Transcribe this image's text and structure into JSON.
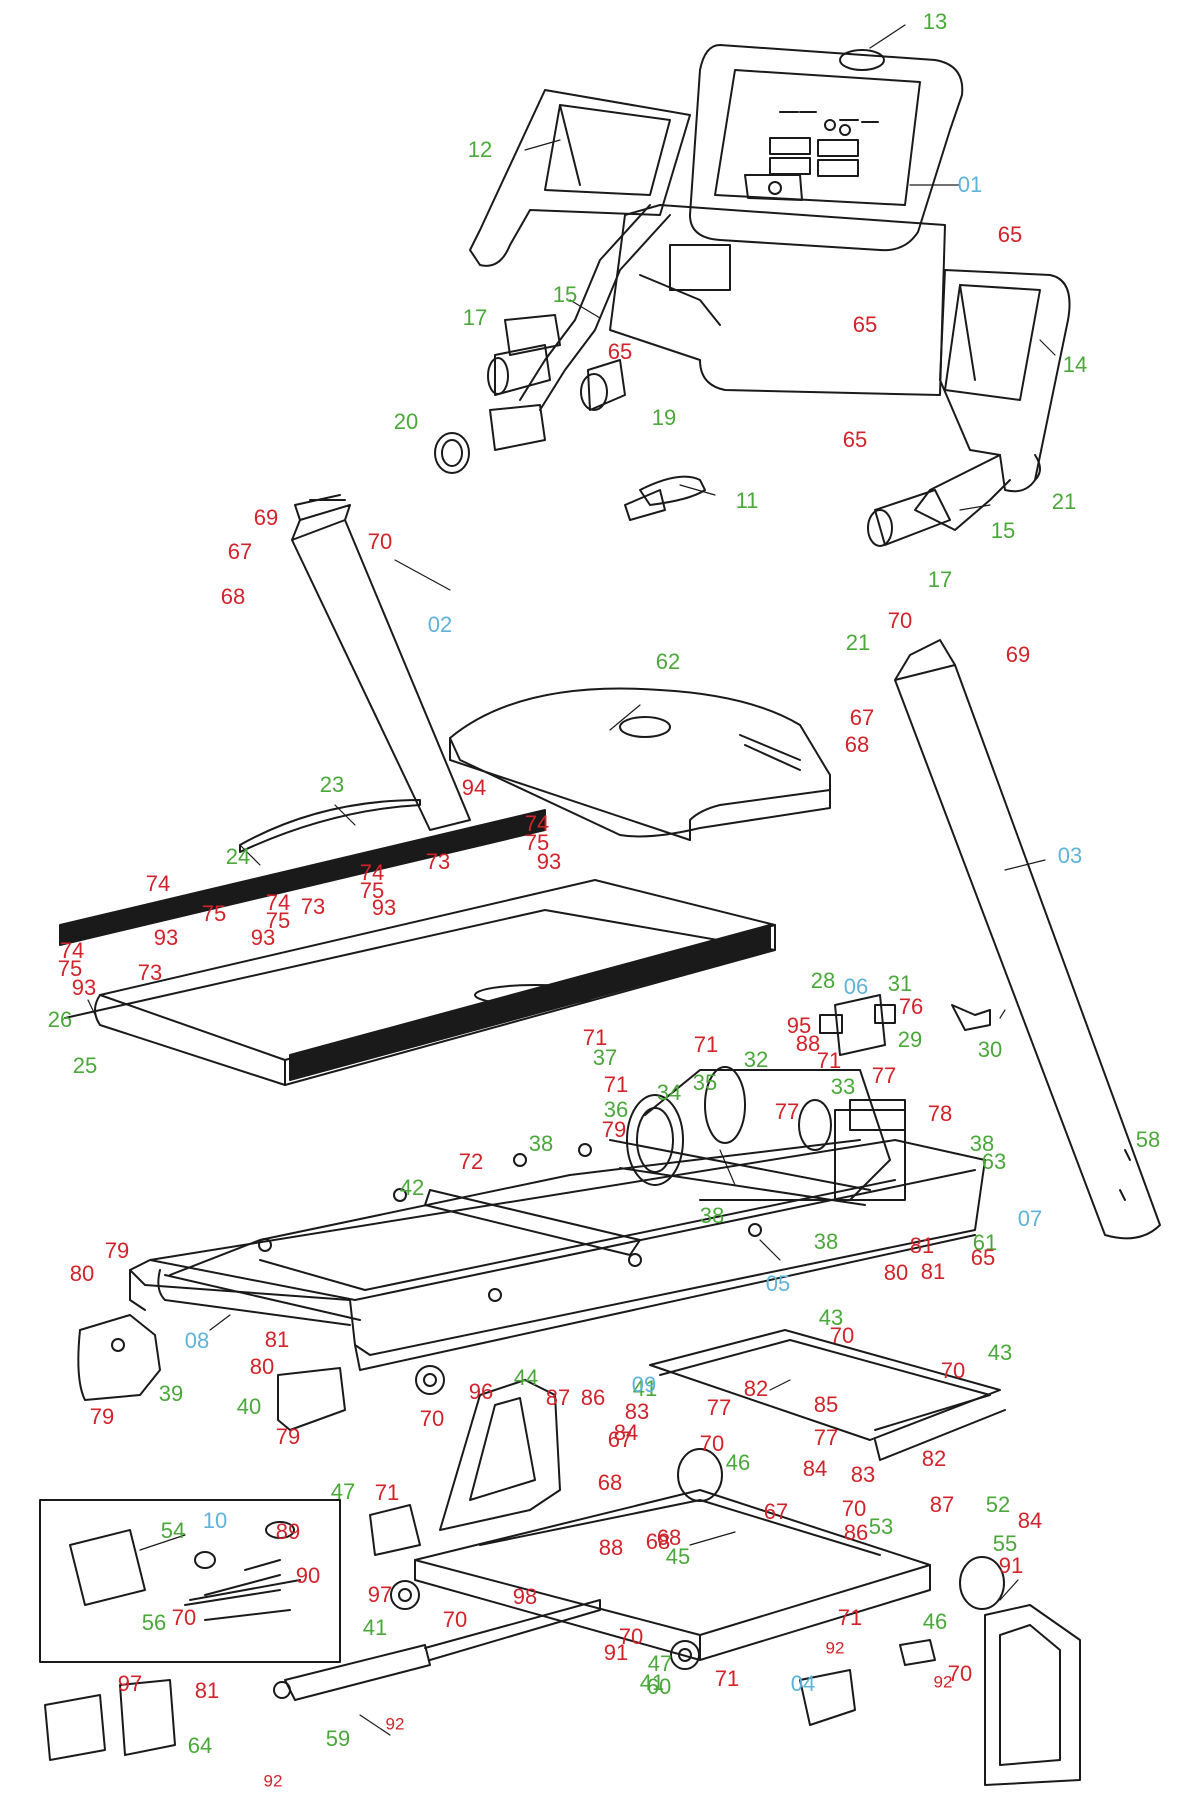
{
  "colors": {
    "green": "#4aa83a",
    "red": "#d2232a",
    "blue": "#5fb3d9",
    "line": "#1a1a1a"
  },
  "labels": [
    {
      "t": "13",
      "c": "green"
    },
    {
      "t": "12",
      "c": "green"
    },
    {
      "t": "01",
      "c": "blue"
    },
    {
      "t": "65",
      "c": "red"
    },
    {
      "t": "65",
      "c": "red"
    },
    {
      "t": "14",
      "c": "green"
    },
    {
      "t": "65",
      "c": "red"
    },
    {
      "t": "15",
      "c": "green"
    },
    {
      "t": "17",
      "c": "green"
    },
    {
      "t": "65",
      "c": "red"
    },
    {
      "t": "19",
      "c": "green"
    },
    {
      "t": "20",
      "c": "green"
    },
    {
      "t": "11",
      "c": "green"
    },
    {
      "t": "21",
      "c": "green"
    },
    {
      "t": "15",
      "c": "green"
    },
    {
      "t": "17",
      "c": "green"
    },
    {
      "t": "69",
      "c": "red"
    },
    {
      "t": "70",
      "c": "red"
    },
    {
      "t": "67",
      "c": "red"
    },
    {
      "t": "68",
      "c": "red"
    },
    {
      "t": "02",
      "c": "blue"
    },
    {
      "t": "70",
      "c": "red"
    },
    {
      "t": "21",
      "c": "green"
    },
    {
      "t": "69",
      "c": "red"
    },
    {
      "t": "62",
      "c": "green"
    },
    {
      "t": "67",
      "c": "red"
    },
    {
      "t": "68",
      "c": "red"
    },
    {
      "t": "23",
      "c": "green"
    },
    {
      "t": "94",
      "c": "red"
    },
    {
      "t": "74",
      "c": "red"
    },
    {
      "t": "75",
      "c": "red"
    },
    {
      "t": "93",
      "c": "red"
    },
    {
      "t": "24",
      "c": "green"
    },
    {
      "t": "73",
      "c": "red"
    },
    {
      "t": "74",
      "c": "red"
    },
    {
      "t": "75",
      "c": "red"
    },
    {
      "t": "93",
      "c": "red"
    },
    {
      "t": "03",
      "c": "blue"
    },
    {
      "t": "74",
      "c": "red"
    },
    {
      "t": "75",
      "c": "red"
    },
    {
      "t": "93",
      "c": "red"
    },
    {
      "t": "74",
      "c": "red"
    },
    {
      "t": "75",
      "c": "red"
    },
    {
      "t": "93",
      "c": "red"
    },
    {
      "t": "73",
      "c": "red"
    },
    {
      "t": "74",
      "c": "red"
    },
    {
      "t": "75",
      "c": "red"
    },
    {
      "t": "93",
      "c": "red"
    },
    {
      "t": "73",
      "c": "red"
    },
    {
      "t": "26",
      "c": "green"
    },
    {
      "t": "25",
      "c": "green"
    },
    {
      "t": "28",
      "c": "green"
    },
    {
      "t": "06",
      "c": "blue"
    },
    {
      "t": "31",
      "c": "green"
    },
    {
      "t": "76",
      "c": "red"
    },
    {
      "t": "95",
      "c": "red"
    },
    {
      "t": "88",
      "c": "red"
    },
    {
      "t": "71",
      "c": "red"
    },
    {
      "t": "29",
      "c": "green"
    },
    {
      "t": "30",
      "c": "green"
    },
    {
      "t": "71",
      "c": "red"
    },
    {
      "t": "37",
      "c": "green"
    },
    {
      "t": "71",
      "c": "red"
    },
    {
      "t": "35",
      "c": "green"
    },
    {
      "t": "32",
      "c": "green"
    },
    {
      "t": "71",
      "c": "red"
    },
    {
      "t": "34",
      "c": "green"
    },
    {
      "t": "33",
      "c": "green"
    },
    {
      "t": "77",
      "c": "red"
    },
    {
      "t": "77",
      "c": "red"
    },
    {
      "t": "36",
      "c": "green"
    },
    {
      "t": "79",
      "c": "red"
    },
    {
      "t": "78",
      "c": "red"
    },
    {
      "t": "38",
      "c": "green"
    },
    {
      "t": "38",
      "c": "green"
    },
    {
      "t": "58",
      "c": "green"
    },
    {
      "t": "63",
      "c": "green"
    },
    {
      "t": "72",
      "c": "red"
    },
    {
      "t": "38",
      "c": "green"
    },
    {
      "t": "07",
      "c": "blue"
    },
    {
      "t": "42",
      "c": "green"
    },
    {
      "t": "38",
      "c": "green"
    },
    {
      "t": "79",
      "c": "red"
    },
    {
      "t": "81",
      "c": "red"
    },
    {
      "t": "61",
      "c": "green"
    },
    {
      "t": "65",
      "c": "red"
    },
    {
      "t": "80",
      "c": "red"
    },
    {
      "t": "81",
      "c": "red"
    },
    {
      "t": "80",
      "c": "red"
    },
    {
      "t": "05",
      "c": "blue"
    },
    {
      "t": "08",
      "c": "blue"
    },
    {
      "t": "43",
      "c": "green"
    },
    {
      "t": "70",
      "c": "red"
    },
    {
      "t": "81",
      "c": "red"
    },
    {
      "t": "80",
      "c": "red"
    },
    {
      "t": "70",
      "c": "red"
    },
    {
      "t": "43",
      "c": "green"
    },
    {
      "t": "39",
      "c": "green"
    },
    {
      "t": "44",
      "c": "green"
    },
    {
      "t": "96",
      "c": "red"
    },
    {
      "t": "70",
      "c": "red"
    },
    {
      "t": "41",
      "c": "green"
    },
    {
      "t": "82",
      "c": "red"
    },
    {
      "t": "09",
      "c": "blue"
    },
    {
      "t": "79",
      "c": "red"
    },
    {
      "t": "40",
      "c": "green"
    },
    {
      "t": "87",
      "c": "red"
    },
    {
      "t": "86",
      "c": "red"
    },
    {
      "t": "83",
      "c": "red"
    },
    {
      "t": "84",
      "c": "red"
    },
    {
      "t": "77",
      "c": "red"
    },
    {
      "t": "85",
      "c": "red"
    },
    {
      "t": "70",
      "c": "red"
    },
    {
      "t": "77",
      "c": "red"
    },
    {
      "t": "67",
      "c": "red"
    },
    {
      "t": "79",
      "c": "red"
    },
    {
      "t": "46",
      "c": "green"
    },
    {
      "t": "84",
      "c": "red"
    },
    {
      "t": "83",
      "c": "red"
    },
    {
      "t": "82",
      "c": "red"
    },
    {
      "t": "68",
      "c": "red"
    },
    {
      "t": "47",
      "c": "green"
    },
    {
      "t": "71",
      "c": "red"
    },
    {
      "t": "70",
      "c": "red"
    },
    {
      "t": "86",
      "c": "red"
    },
    {
      "t": "87",
      "c": "red"
    },
    {
      "t": "52",
      "c": "green"
    },
    {
      "t": "54",
      "c": "green"
    },
    {
      "t": "10",
      "c": "blue"
    },
    {
      "t": "67",
      "c": "red"
    },
    {
      "t": "53",
      "c": "green"
    },
    {
      "t": "89",
      "c": "red"
    },
    {
      "t": "68",
      "c": "red"
    },
    {
      "t": "88",
      "c": "red"
    },
    {
      "t": "55",
      "c": "green"
    },
    {
      "t": "84",
      "c": "red"
    },
    {
      "t": "90",
      "c": "red"
    },
    {
      "t": "68",
      "c": "red"
    },
    {
      "t": "45",
      "c": "green"
    },
    {
      "t": "91",
      "c": "red"
    },
    {
      "t": "97",
      "c": "red"
    },
    {
      "t": "98",
      "c": "red"
    },
    {
      "t": "56",
      "c": "green"
    },
    {
      "t": "70",
      "c": "red"
    },
    {
      "t": "46",
      "c": "green"
    },
    {
      "t": "41",
      "c": "green"
    },
    {
      "t": "70",
      "c": "red"
    },
    {
      "t": "70",
      "c": "red"
    },
    {
      "t": "71",
      "c": "red"
    },
    {
      "t": "41",
      "c": "green"
    },
    {
      "t": "91",
      "c": "red"
    },
    {
      "t": "47",
      "c": "green"
    },
    {
      "t": "60",
      "c": "green"
    },
    {
      "t": "71",
      "c": "red"
    },
    {
      "t": "92",
      "c": "red"
    },
    {
      "t": "70",
      "c": "red"
    },
    {
      "t": "04",
      "c": "blue"
    },
    {
      "t": "92",
      "c": "red"
    },
    {
      "t": "97",
      "c": "red"
    },
    {
      "t": "81",
      "c": "red"
    },
    {
      "t": "92",
      "c": "red"
    },
    {
      "t": "64",
      "c": "green"
    },
    {
      "t": "59",
      "c": "green"
    },
    {
      "t": "92",
      "c": "red"
    }
  ]
}
